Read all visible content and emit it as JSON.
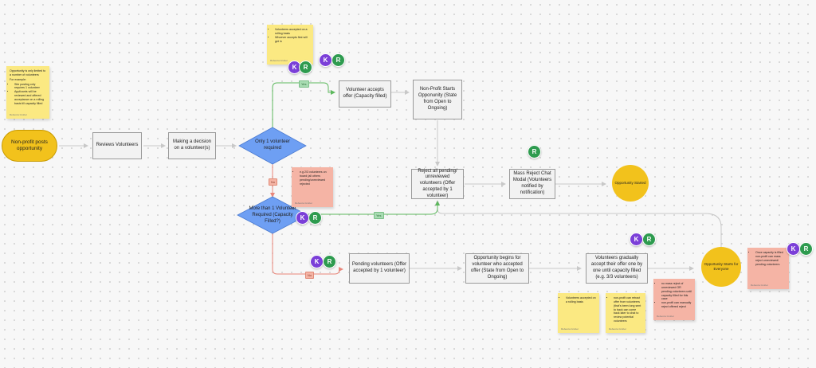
{
  "colors": {
    "accent_yellow": "#f2c21c",
    "decision_blue": "#6e9ff3",
    "yes_green": "#5cb85c",
    "no_red": "#e8867a"
  },
  "nodes": {
    "start": "Non-profit posts opportunity",
    "reviews": "Reviews Volunteers",
    "decision": "Making a decision on a volunteer(s)",
    "d1": "Only 1 volunteer required",
    "d2": "More than 1 Volunteer Required (Capacity Filled?)",
    "accepts": "Volunteer accepts offer (Capacity filled)",
    "starts": "Non-Profit Starts Opponunity (State from Open to Ongoing)",
    "reject": "Reject all pending/ unreviewed volunteers (Offer accepted by 1 volunteer)",
    "mass": "Mass Reject Chat Modal (Volunteers notified by notification)",
    "started": "Opportunity Started",
    "pending": "Pending volunteers (Offer accepted by 1 volunteer)",
    "begins": "Opportunity begins for volunteer who accepted offer (State from Open to Ongoing)",
    "gradual": "Volunteers gradually accept their offer one by one until capacity filled (e.g. 3/3 volunteers)",
    "everyone": "Opportunity Starts for Everyone"
  },
  "tags": {
    "yes": "Yes",
    "no": "No"
  },
  "stickies": {
    "s1": {
      "paras": [
        "Opportunity is only limited to a number of volunteers",
        "For example:"
      ],
      "bullets": [
        "Site posting only requires 1 volunteer",
        "Applicants will be reviewed and offered acceptance on a rolling basis till capacity filled"
      ],
      "author": "Rebecca Gruber"
    },
    "s2": {
      "paras": [],
      "bullets": [
        "Volunteers accepted on a rolling basis",
        "Whoever accepts first will get in"
      ],
      "author": "Rebecca Gruber"
    },
    "s3": {
      "paras": [],
      "bullets": [
        "e.g 2/3 volunteers on board (all others pending/unreviewed rejected"
      ],
      "author": "Rebecca Gruber"
    },
    "s4": {
      "paras": [],
      "bullets": [
        "Volunteers accepted on a rolling basis"
      ],
      "author": "Rebecca Gruber"
    },
    "s5": {
      "paras": [],
      "bullets": [
        "non-profit can retract offer from volunteers (that's been long sent to back can come back later to chat to review potential volunteers"
      ],
      "author": "Rebecca Gruber"
    },
    "s6": {
      "paras": [],
      "bullets": [
        "no mass reject of unreviewed OR pending volunteers until capacity filled for this case",
        "non-profit can manually reject offered reject"
      ],
      "author": "Rebecca Gruber"
    },
    "s7": {
      "paras": [],
      "bullets": [
        "Once capacity is filled non-profit can mass reject unreviewed/ pending volunteers"
      ],
      "author": "Rebecca Gruber"
    }
  },
  "avatars": {
    "k": "K",
    "r": "R"
  }
}
